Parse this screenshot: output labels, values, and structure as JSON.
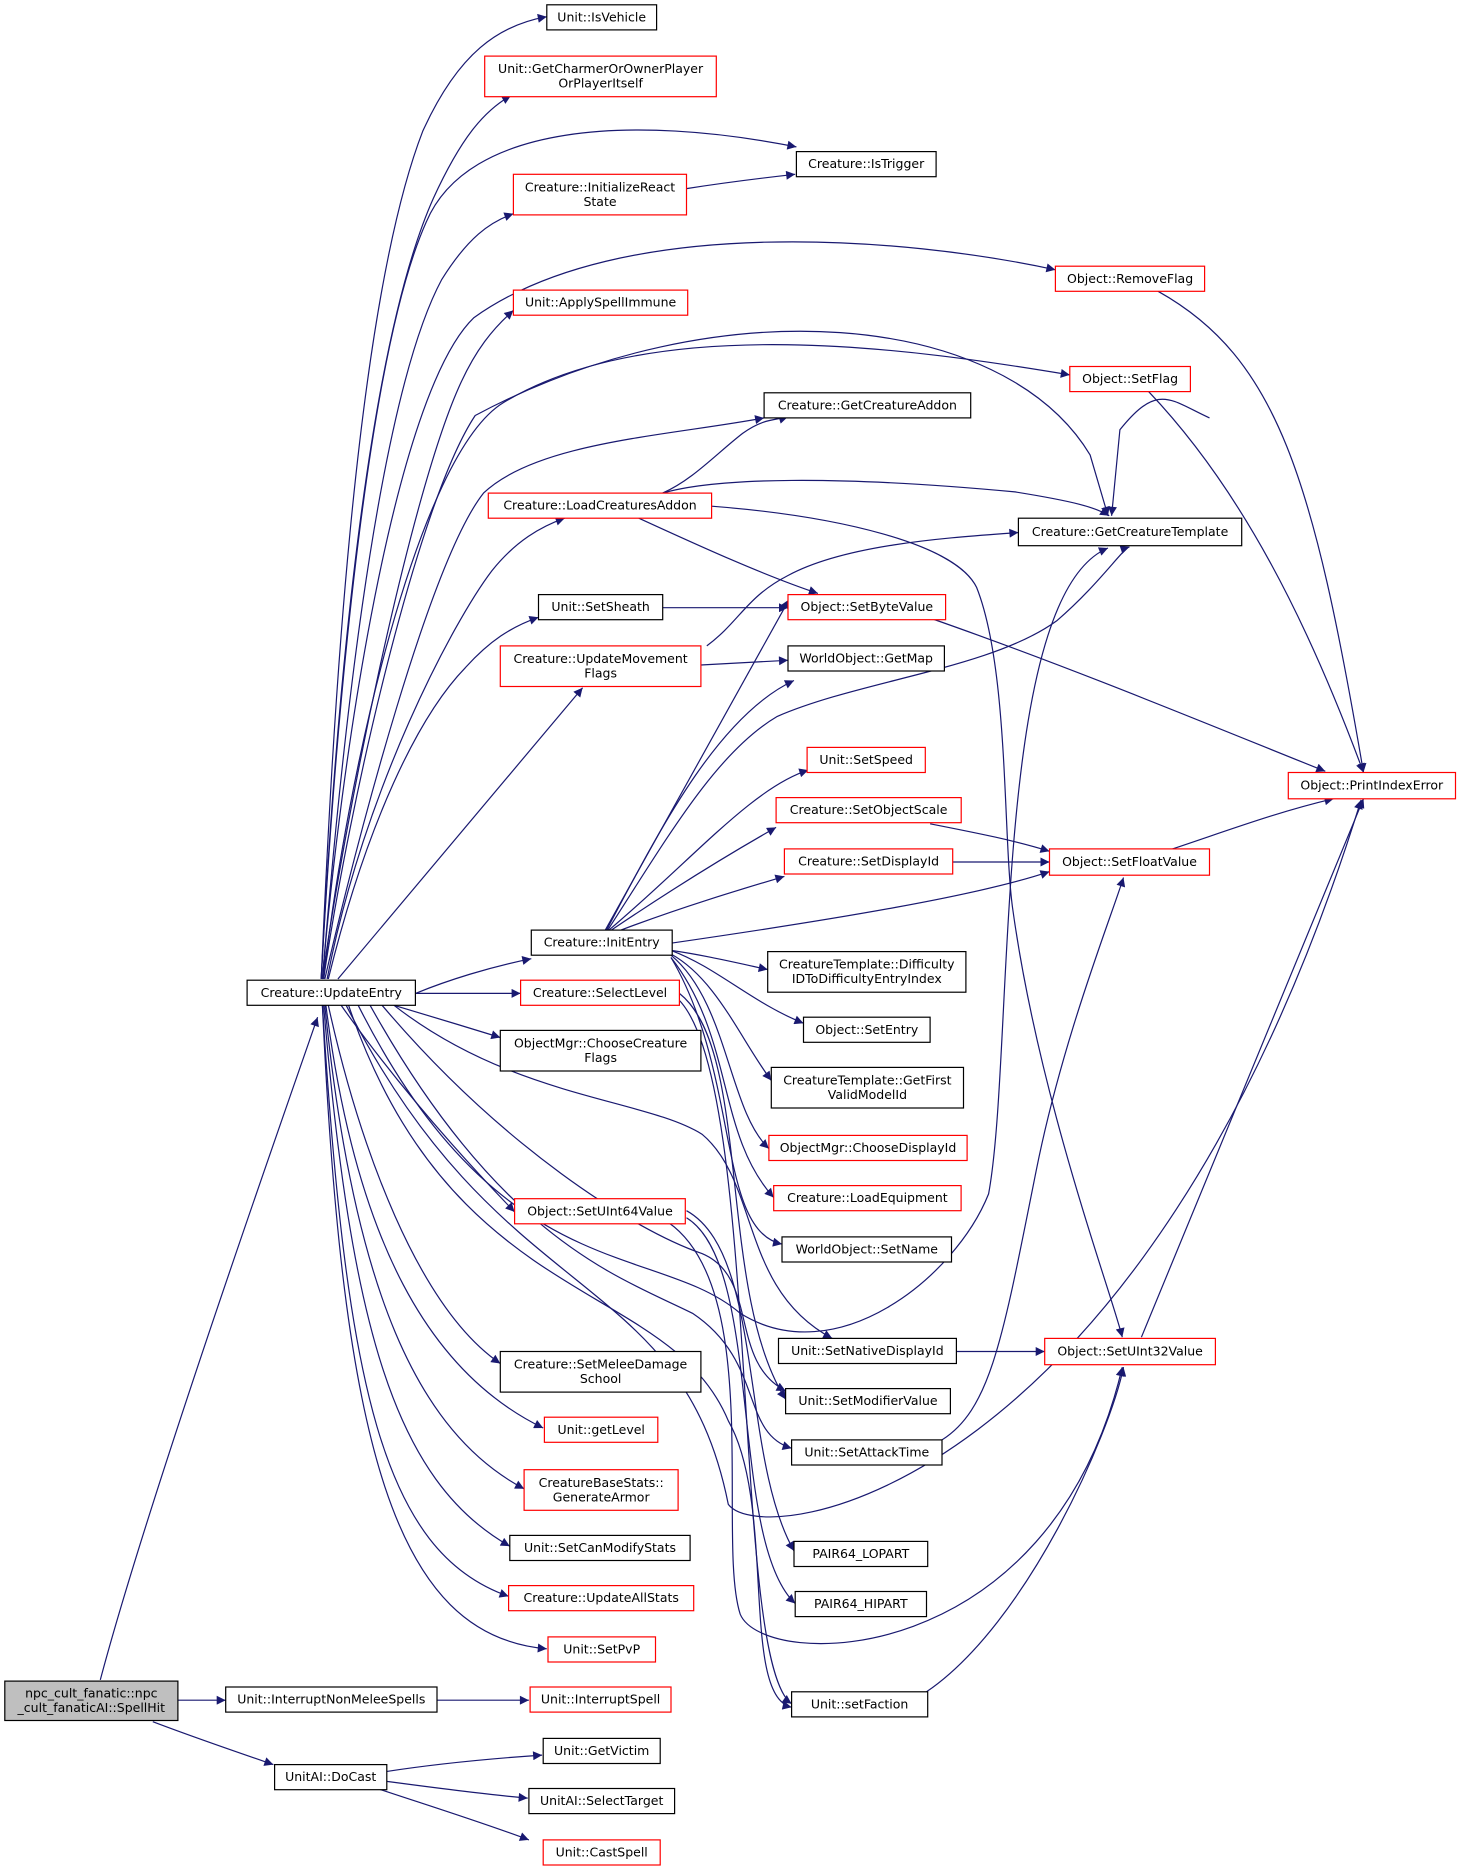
{
  "colors": {
    "edge": "#191970",
    "border_linked": "#000000",
    "border_unlinked": "#ff0000",
    "root_fill": "#bfbfbf"
  },
  "nodes": [
    {
      "id": "root",
      "lines": [
        "npc_cult_fanatic::npc",
        "_cult_fanaticAI::SpellHit"
      ],
      "border": "black",
      "root": true
    },
    {
      "id": "updateEntry",
      "lines": [
        "Creature::UpdateEntry"
      ],
      "border": "black"
    },
    {
      "id": "interruptNonMelee",
      "lines": [
        "Unit::InterruptNonMeleeSpells"
      ],
      "border": "black"
    },
    {
      "id": "doCast",
      "lines": [
        "UnitAI::DoCast"
      ],
      "border": "black"
    },
    {
      "id": "interruptSpell",
      "lines": [
        "Unit::InterruptSpell"
      ],
      "border": "red"
    },
    {
      "id": "getVictim",
      "lines": [
        "Unit::GetVictim"
      ],
      "border": "black"
    },
    {
      "id": "selectTarget",
      "lines": [
        "UnitAI::SelectTarget"
      ],
      "border": "black"
    },
    {
      "id": "castSpell",
      "lines": [
        "Unit::CastSpell"
      ],
      "border": "red"
    },
    {
      "id": "isVehicle",
      "lines": [
        "Unit::IsVehicle"
      ],
      "border": "black"
    },
    {
      "id": "getCharmer",
      "lines": [
        "Unit::GetCharmerOrOwnerPlayer",
        "OrPlayerItself"
      ],
      "border": "red"
    },
    {
      "id": "isTrigger",
      "lines": [
        "Creature::IsTrigger"
      ],
      "border": "black"
    },
    {
      "id": "initReact",
      "lines": [
        "Creature::InitializeReact",
        "State"
      ],
      "border": "red"
    },
    {
      "id": "removeFlag",
      "lines": [
        "Object::RemoveFlag"
      ],
      "border": "red"
    },
    {
      "id": "applySpellImmune",
      "lines": [
        "Unit::ApplySpellImmune"
      ],
      "border": "red"
    },
    {
      "id": "setFlag",
      "lines": [
        "Object::SetFlag"
      ],
      "border": "red"
    },
    {
      "id": "getCreatureAddon",
      "lines": [
        "Creature::GetCreatureAddon"
      ],
      "border": "black"
    },
    {
      "id": "loadCreaturesAddon",
      "lines": [
        "Creature::LoadCreaturesAddon"
      ],
      "border": "red"
    },
    {
      "id": "getCreatureTemplate",
      "lines": [
        "Creature::GetCreatureTemplate"
      ],
      "border": "black"
    },
    {
      "id": "setSheath",
      "lines": [
        "Unit::SetSheath"
      ],
      "border": "black"
    },
    {
      "id": "setByteValue",
      "lines": [
        "Object::SetByteValue"
      ],
      "border": "red"
    },
    {
      "id": "updateMovementFlags",
      "lines": [
        "Creature::UpdateMovement",
        "Flags"
      ],
      "border": "red"
    },
    {
      "id": "getMap",
      "lines": [
        "WorldObject::GetMap"
      ],
      "border": "black"
    },
    {
      "id": "printIndexError",
      "lines": [
        "Object::PrintIndexError"
      ],
      "border": "red"
    },
    {
      "id": "setSpeed",
      "lines": [
        "Unit::SetSpeed"
      ],
      "border": "red"
    },
    {
      "id": "setObjectScale",
      "lines": [
        "Creature::SetObjectScale"
      ],
      "border": "red"
    },
    {
      "id": "setDisplayId",
      "lines": [
        "Creature::SetDisplayId"
      ],
      "border": "red"
    },
    {
      "id": "setFloatValue",
      "lines": [
        "Object::SetFloatValue"
      ],
      "border": "red"
    },
    {
      "id": "initEntry",
      "lines": [
        "Creature::InitEntry"
      ],
      "border": "black"
    },
    {
      "id": "difficultyIndex",
      "lines": [
        "CreatureTemplate::Difficulty",
        "IDToDifficultyEntryIndex"
      ],
      "border": "black"
    },
    {
      "id": "selectLevel",
      "lines": [
        "Creature::SelectLevel"
      ],
      "border": "red"
    },
    {
      "id": "setEntry",
      "lines": [
        "Object::SetEntry"
      ],
      "border": "black"
    },
    {
      "id": "chooseCreatureFlags",
      "lines": [
        "ObjectMgr::ChooseCreature",
        "Flags"
      ],
      "border": "black"
    },
    {
      "id": "getFirstValidModel",
      "lines": [
        "CreatureTemplate::GetFirst",
        "ValidModelId"
      ],
      "border": "black"
    },
    {
      "id": "chooseDisplayId",
      "lines": [
        "ObjectMgr::ChooseDisplayId"
      ],
      "border": "red"
    },
    {
      "id": "loadEquipment",
      "lines": [
        "Creature::LoadEquipment"
      ],
      "border": "red"
    },
    {
      "id": "setUInt64",
      "lines": [
        "Object::SetUInt64Value"
      ],
      "border": "red"
    },
    {
      "id": "setName",
      "lines": [
        "WorldObject::SetName"
      ],
      "border": "black"
    },
    {
      "id": "setNativeDisplayId",
      "lines": [
        "Unit::SetNativeDisplayId"
      ],
      "border": "black"
    },
    {
      "id": "setUInt32",
      "lines": [
        "Object::SetUInt32Value"
      ],
      "border": "red"
    },
    {
      "id": "setMeleeDamageSchool",
      "lines": [
        "Creature::SetMeleeDamage",
        "School"
      ],
      "border": "black"
    },
    {
      "id": "setModifierValue",
      "lines": [
        "Unit::SetModifierValue"
      ],
      "border": "black"
    },
    {
      "id": "setAttackTime",
      "lines": [
        "Unit::SetAttackTime"
      ],
      "border": "black"
    },
    {
      "id": "getLevel",
      "lines": [
        "Unit::getLevel"
      ],
      "border": "red"
    },
    {
      "id": "generateArmor",
      "lines": [
        "CreatureBaseStats::",
        "GenerateArmor"
      ],
      "border": "red"
    },
    {
      "id": "setCanModifyStats",
      "lines": [
        "Unit::SetCanModifyStats"
      ],
      "border": "black"
    },
    {
      "id": "pairLo",
      "lines": [
        "PAIR64_LOPART"
      ],
      "border": "black"
    },
    {
      "id": "updateAllStats",
      "lines": [
        "Creature::UpdateAllStats"
      ],
      "border": "red"
    },
    {
      "id": "pairHi",
      "lines": [
        "PAIR64_HIPART"
      ],
      "border": "black"
    },
    {
      "id": "setPvP",
      "lines": [
        "Unit::SetPvP"
      ],
      "border": "red"
    },
    {
      "id": "setFaction",
      "lines": [
        "Unit::setFaction"
      ],
      "border": "black"
    }
  ]
}
